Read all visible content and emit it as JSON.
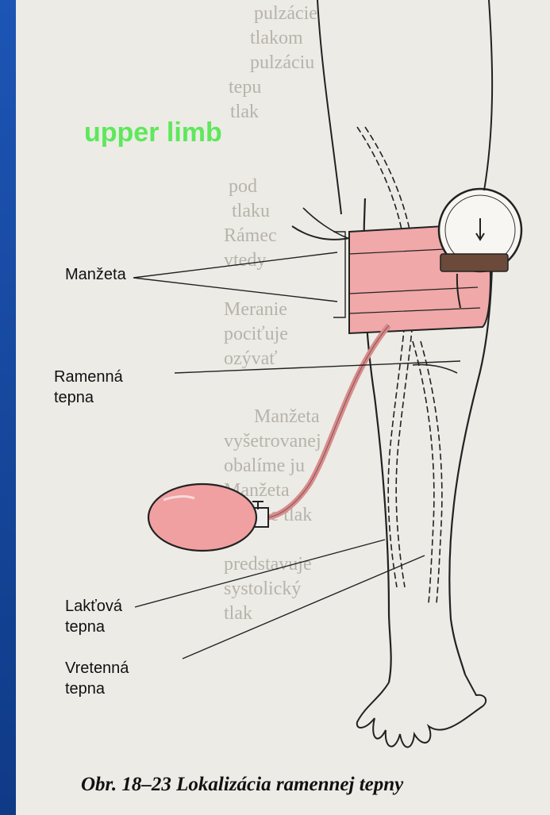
{
  "overlay_title": "upper limb",
  "labels": {
    "manzeta": "Manžeta",
    "ramenna_1": "Ramenná",
    "ramenna_2": "tepna",
    "laktova_1": "Lakťová",
    "laktova_2": "tepna",
    "vretenna_1": "Vretenná",
    "vretenna_2": "tepna"
  },
  "caption": "Obr. 18–23  Lokalizácia ramennej tepny",
  "colors": {
    "cuff": "#f0a8a8",
    "overlay_text": "#5ee85a",
    "background_blue": "#1b4fa8"
  }
}
